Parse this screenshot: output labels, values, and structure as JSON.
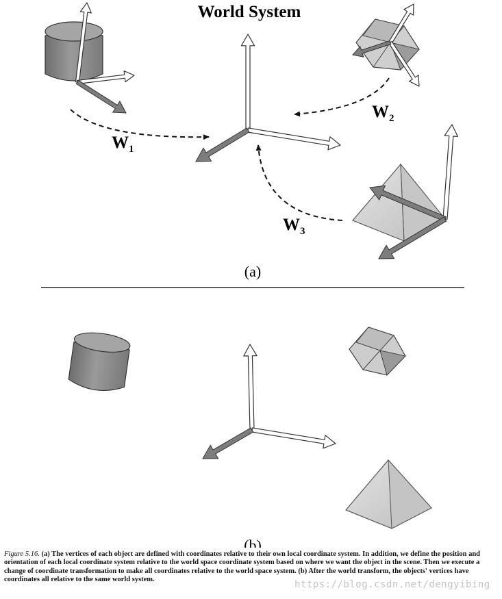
{
  "diagram": {
    "title": "World System",
    "transforms": [
      {
        "letter": "W",
        "sub": "1"
      },
      {
        "letter": "W",
        "sub": "2"
      },
      {
        "letter": "W",
        "sub": "3"
      }
    ],
    "panel_a_label": "(a)",
    "panel_b_label": "(b)"
  },
  "caption": {
    "figure_ref": "Figure 5.16.",
    "text": " (a) The vertices of each object are defined with coordinates relative to their own local coordinate system. In addition, we define the position and orientation of each local coordinate system relative to the world space coordinate system based on where we want the object in the scene. Then we execute a change of coordinate transformation to make all coordinates relative to the world space system. (b) After the world transform, the objects' vertices have coordinates all relative to the same world system."
  },
  "watermark": "https://blog.csdn.net/dengyibing",
  "colors": {
    "axis_fill": "#ffffff",
    "axis_stroke": "#333333",
    "solid_dark": "#8a8a8a",
    "solid_light": "#d4d4d4"
  }
}
